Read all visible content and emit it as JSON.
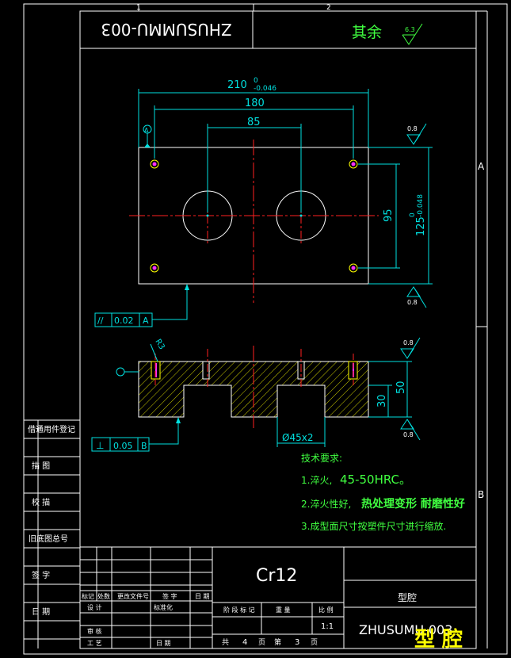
{
  "drawing_number_mirrored": "ZHUSUMMU-003",
  "roughness": {
    "label": "其余",
    "value": "6.3"
  },
  "dims": {
    "overall_width": "210",
    "overall_width_tol_upper": "0",
    "overall_width_tol_lower": "-0.046",
    "hole_spacing": "180",
    "bore_spacing": "85",
    "hole_spacing_v": "95",
    "overall_height": "125",
    "overall_height_tol_upper": "0",
    "overall_height_tol_lower": "-0.048",
    "thickness": "50",
    "pocket_depth": "30",
    "bore_dia": "Ø45x2",
    "top_rough": "0.8",
    "bottom_rough": "0.8",
    "side_rough_top": "0.8",
    "side_rough_bottom": "0.8",
    "r_label": "R3"
  },
  "datum": {
    "a": "A",
    "b": "B"
  },
  "tolerances": [
    {
      "symbol": "//",
      "value": "0.02",
      "datum": "A"
    },
    {
      "symbol": "⊥",
      "value": "0.05",
      "datum": "B"
    }
  ],
  "tech_req": {
    "title": "技术要求:",
    "items": [
      {
        "prefix": "1.淬火,",
        "text": "45-50HRC。"
      },
      {
        "prefix": "2.淬火性好,",
        "text": "热处理变形 耐磨性好"
      },
      {
        "prefix": "3.成型面尺寸按塑件尺寸进行缩放.",
        "text": ""
      }
    ]
  },
  "zone_labels": {
    "top_1": "1",
    "top_2": "2",
    "right_a": "A",
    "right_b": "B"
  },
  "left_column": [
    "借通用件登记",
    "描 图",
    "校 描",
    "旧底图总号",
    "签 字",
    "日 期"
  ],
  "title_block": {
    "material": "Cr12",
    "part_name": "型腔",
    "drawing_no": "ZHUSUMU-003",
    "scale": "1:1",
    "sheet_total": "4",
    "sheet_no": "3",
    "header_left": [
      "标记",
      "处数",
      "更改文件号",
      "签 字",
      "日 期"
    ],
    "row_design": [
      "设 计",
      "标准化"
    ],
    "row_review": "审 核",
    "row_process": [
      "工 艺",
      "日 期"
    ],
    "stage_headers": [
      "阶 段 标 记",
      "重 量",
      "比 例"
    ],
    "sheet_label_total": "共",
    "sheet_label_page": "页",
    "sheet_label_no": "第",
    "sheet_label_page2": "页"
  },
  "stamp": "型 腔"
}
